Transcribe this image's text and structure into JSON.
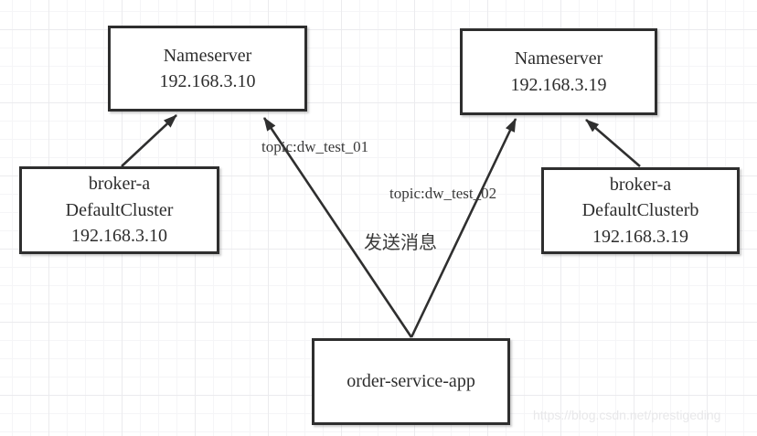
{
  "diagram": {
    "colors": {
      "stroke": "#2f2f2f",
      "node_fill": "#ffffff",
      "node_text": "#2d2d2d",
      "grid_minor": "#f5f5f7",
      "grid_major": "#ebebee",
      "watermark": "#e8e8ea"
    },
    "nodes": {
      "nameserver_left": {
        "lines": [
          "Nameserver",
          "192.168.3.10"
        ]
      },
      "nameserver_right": {
        "lines": [
          "Nameserver",
          "192.168.3.19"
        ]
      },
      "broker_left": {
        "lines": [
          "broker-a",
          "DefaultCluster",
          "192.168.3.10"
        ]
      },
      "broker_right": {
        "lines": [
          "broker-a",
          "DefaultClusterb",
          "192.168.3.19"
        ]
      },
      "order_service_app": {
        "lines": [
          "order-service-app"
        ]
      }
    },
    "edge_labels": {
      "topic_01": "topic:dw_test_01",
      "topic_02": "topic:dw_test_02",
      "send_message": "发送消息"
    },
    "edges": [
      {
        "from": "broker_left",
        "to": "nameserver_left",
        "label": ""
      },
      {
        "from": "order_service_app",
        "to": "nameserver_left",
        "label": "topic:dw_test_01"
      },
      {
        "from": "order_service_app",
        "to": "nameserver_right",
        "label": "topic:dw_test_02"
      },
      {
        "from": "broker_right",
        "to": "nameserver_right",
        "label": ""
      }
    ],
    "watermark": {
      "text": "https://blog.csdn.net/prestigeding"
    }
  }
}
